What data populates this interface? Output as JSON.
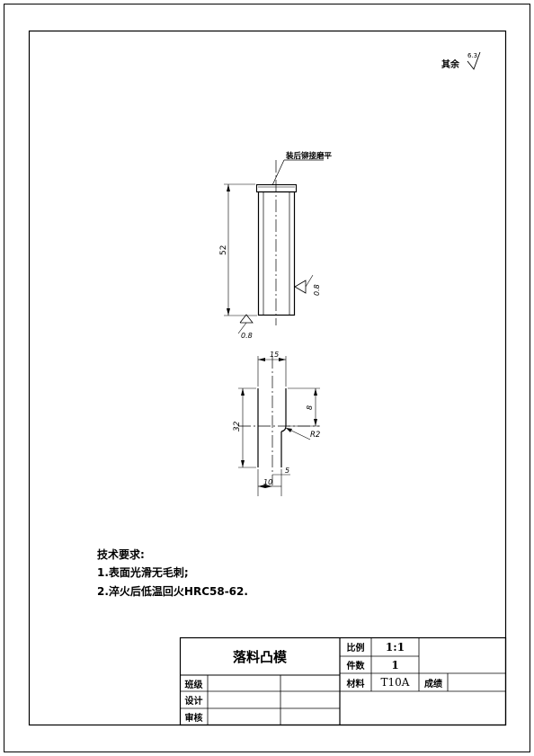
{
  "surface_note": {
    "label": "其余",
    "roughness": "6.3"
  },
  "elevation_view": {
    "leader_note": "装后铆接磨平",
    "dim_height": "52",
    "roughness_side": "0.8",
    "roughness_bottom": "0.8"
  },
  "section_view": {
    "dim_top_width": "15",
    "dim_height": "32",
    "dim_upper": "8",
    "dim_fillet": "R2",
    "dim_step": "5",
    "dim_bottom": "10"
  },
  "tech_requirements": {
    "title": "技术要求:",
    "items": [
      "1.表面光滑无毛刺;",
      "2.淬火后低温回火HRC58-62."
    ]
  },
  "title_block": {
    "part_name": "落料凸模",
    "scale_label": "比例",
    "scale_value": "1:1",
    "qty_label": "件数",
    "qty_value": "1",
    "material_label": "材料",
    "material_value": "T10A",
    "grade_label": "成绩",
    "class_label": "班级",
    "design_label": "设计",
    "review_label": "审核"
  }
}
